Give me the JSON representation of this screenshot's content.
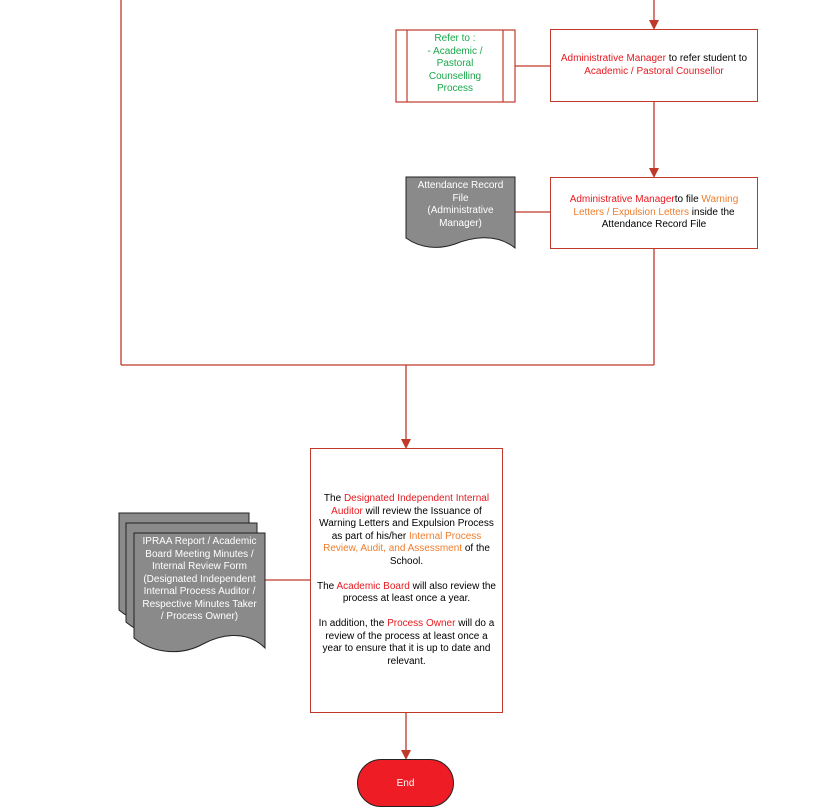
{
  "refer_box": {
    "line1": "Refer to :",
    "line2": "- Academic /",
    "line3": "Pastoral",
    "line4": "Counselling",
    "line5": "Process"
  },
  "refer_step": {
    "role": "Administrative Manager",
    "mid": " to refer student to ",
    "target": "Academic / Pastoral Counsellor"
  },
  "attendance_doc": {
    "line1": "Attendance Record",
    "line2": "File",
    "line3": "(Administrative",
    "line4": "Manager)"
  },
  "file_step": {
    "role": "Administrative Manager",
    "mid": "to file ",
    "docs": "Warning Letters / Expulsion Letters",
    "tail": " inside the Attendance Record File"
  },
  "review_step": {
    "p1_a": "The ",
    "p1_role": "Designated Independent Internal Auditor",
    "p1_b": " will review the Issuance of Warning Letters and Expulsion Process as part of his/her ",
    "p1_proc": "Internal Process Review, Audit, and Assessment",
    "p1_c": " of the School.",
    "p2_a": "The ",
    "p2_role": "Academic Board",
    "p2_b": " will also review the process at least once a year.",
    "p3_a": "In addition, the ",
    "p3_role": "Process Owner",
    "p3_b": " will do a review of the process at least once a year to ensure that it is up to date and relevant."
  },
  "ipraa_doc": {
    "line1": "IPRAA Report / Academic",
    "line2": "Board Meeting Minutes /",
    "line3": "Internal Review Form",
    "line4": "(Designated Independent",
    "line5": "Internal Process Auditor /",
    "line6": "Respective Minutes Taker",
    "line7": "/ Process Owner)"
  },
  "end_label": "End",
  "colors": {
    "line": "#c0392b",
    "role_red": "#e8191f",
    "doc_orange": "#ef7d2d",
    "process_green": "#1aa84a",
    "doc_gray": "#8a8a8a",
    "terminal_red": "#ee1c25"
  }
}
